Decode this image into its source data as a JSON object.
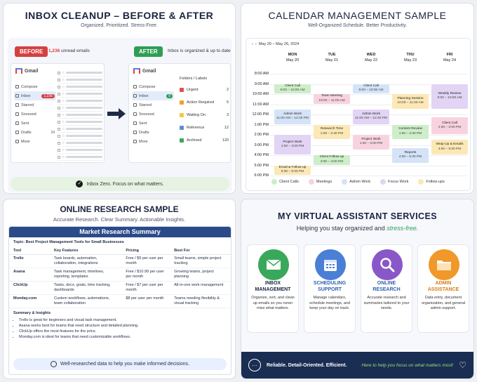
{
  "inbox": {
    "title": "INBOX CLEANUP – BEFORE & AFTER",
    "subtitle": "Organized. Prioritized. Stress-Free.",
    "before_label": "BEFORE",
    "unread_count": "1,236",
    "unread_text": "unread emails",
    "after_label": "AFTER",
    "after_note": "Inbox is organized & up to date",
    "gmail_label": "Gmail",
    "before_nav": [
      {
        "label": "Compose",
        "count": ""
      },
      {
        "label": "Inbox",
        "count": "1,236"
      },
      {
        "label": "Starred",
        "count": ""
      },
      {
        "label": "Snoozed",
        "count": ""
      },
      {
        "label": "Sent",
        "count": ""
      },
      {
        "label": "Drafts",
        "count": "24"
      },
      {
        "label": "More",
        "count": ""
      }
    ],
    "after_nav": [
      {
        "label": "Compose",
        "count": ""
      },
      {
        "label": "Inbox",
        "count": "0"
      },
      {
        "label": "Starred",
        "count": ""
      },
      {
        "label": "Snoozed",
        "count": ""
      },
      {
        "label": "Sent",
        "count": ""
      },
      {
        "label": "Drafts",
        "count": ""
      },
      {
        "label": "More",
        "count": ""
      }
    ],
    "folders_header": "Folders / Labels",
    "folders": [
      {
        "label": "Urgent",
        "count": "2",
        "color": "#e05050"
      },
      {
        "label": "Action Required",
        "count": "5",
        "color": "#f0a030"
      },
      {
        "label": "Waiting On",
        "count": "3",
        "color": "#f5c842"
      },
      {
        "label": "Reference",
        "count": "12",
        "color": "#5b8de0"
      },
      {
        "label": "Archived",
        "count": "120",
        "color": "#3aa860"
      }
    ],
    "footer": "Inbox Zero. Focus on what matters."
  },
  "calendar": {
    "title": "CALENDAR MANAGEMENT SAMPLE",
    "subtitle": "Well-Organized Schedule. Better Productivity.",
    "date_range": "May 20 – May 26, 2024",
    "days": [
      {
        "day": "MON",
        "date": "May 20"
      },
      {
        "day": "TUE",
        "date": "May 21"
      },
      {
        "day": "WED",
        "date": "May 22"
      },
      {
        "day": "THU",
        "date": "May 23"
      },
      {
        "day": "FRI",
        "date": "May 24"
      }
    ],
    "times": [
      "8:00 AM",
      "9:00 AM",
      "10:00 AM",
      "11:00 AM",
      "12:00 PM",
      "1:00 PM",
      "2:00 PM",
      "3:00 PM",
      "4:00 PM",
      "5:00 PM",
      "6:00 PM"
    ],
    "events": [
      {
        "day": 0,
        "start": 9.0,
        "end": 10.0,
        "title": "Client Call",
        "time": "9:00 – 10:00 AM",
        "cat": "client"
      },
      {
        "day": 0,
        "start": 11.5,
        "end": 13.0,
        "title": "Admin Work",
        "time": "11:00 AM – 12:30 PM",
        "cat": "admin"
      },
      {
        "day": 0,
        "start": 14.0,
        "end": 16.0,
        "title": "Project Work",
        "time": "1:00 – 3:00 PM",
        "cat": "focus"
      },
      {
        "day": 0,
        "start": 17.0,
        "end": 18.0,
        "title": "Email & Follow-up",
        "time": "5:00 – 6:00 PM",
        "cat": "follow"
      },
      {
        "day": 1,
        "start": 10.0,
        "end": 11.0,
        "title": "Team Meeting",
        "time": "10:00 – 11:00 AM",
        "cat": "meeting"
      },
      {
        "day": 1,
        "start": 13.0,
        "end": 14.5,
        "title": "Research Time",
        "time": "1:00 – 2:30 PM",
        "cat": "follow"
      },
      {
        "day": 1,
        "start": 16.0,
        "end": 17.0,
        "title": "Client Follow-up",
        "time": "3:00 – 4:00 PM",
        "cat": "client"
      },
      {
        "day": 2,
        "start": 9.0,
        "end": 10.0,
        "title": "Client Call",
        "time": "9:00 – 10:00 AM",
        "cat": "admin"
      },
      {
        "day": 2,
        "start": 11.5,
        "end": 13.0,
        "title": "Admin Work",
        "time": "11:00 AM – 12:30 PM",
        "cat": "focus"
      },
      {
        "day": 2,
        "start": 14.0,
        "end": 15.5,
        "title": "Project Work",
        "time": "1:00 – 3:00 PM",
        "cat": "meeting"
      },
      {
        "day": 3,
        "start": 10.0,
        "end": 11.5,
        "title": "Planning Session",
        "time": "10:00 – 11:30 AM",
        "cat": "follow"
      },
      {
        "day": 3,
        "start": 13.0,
        "end": 14.5,
        "title": "Content Review",
        "time": "1:00 – 2:30 PM",
        "cat": "client"
      },
      {
        "day": 3,
        "start": 15.3,
        "end": 16.8,
        "title": "Reports",
        "time": "4:00 – 5:30 PM",
        "cat": "admin"
      },
      {
        "day": 4,
        "start": 9.0,
        "end": 11.5,
        "title": "Weekly Review",
        "time": "9:00 – 10:00 AM",
        "cat": "focus"
      },
      {
        "day": 4,
        "start": 12.3,
        "end": 14.0,
        "title": "Client Call",
        "time": "2:00 – 3:00 PM",
        "cat": "meeting"
      },
      {
        "day": 4,
        "start": 14.5,
        "end": 16.0,
        "title": "Wrap Up & Emails",
        "time": "4:00 – 5:00 PM",
        "cat": "follow"
      }
    ],
    "categories": {
      "client": {
        "label": "Client Calls",
        "color": "#cdeec8"
      },
      "meeting": {
        "label": "Meetings",
        "color": "#f8d3df"
      },
      "admin": {
        "label": "Admin Work",
        "color": "#d4e3f7"
      },
      "focus": {
        "label": "Focus Work",
        "color": "#e2d4f4"
      },
      "follow": {
        "label": "Follow-ups",
        "color": "#fbe8b5"
      }
    },
    "legend": [
      "client",
      "meeting",
      "admin",
      "focus",
      "follow"
    ]
  },
  "research": {
    "title": "ONLINE RESEARCH SAMPLE",
    "subtitle": "Accurate Research. Clear Summary. Actionable Insights.",
    "summary_title": "Market Research Summary",
    "topic": "Topic: Best Project Management Tools for Small Businesses",
    "columns": [
      "Tool",
      "Key Features",
      "Pricing",
      "Best For"
    ],
    "rows": [
      [
        "Trello",
        "Task boards, automation, collaboration, integrations",
        "Free / $5 per user per month",
        "Small teams, simple project tracking"
      ],
      [
        "Asana",
        "Task management, timelines, reporting, templates",
        "Free / $10.99 per user per month",
        "Growing teams, project planning"
      ],
      [
        "ClickUp",
        "Tasks, docs, goals, time tracking, dashboards",
        "Free / $7 per user per month",
        "All-in-one work management"
      ],
      [
        "Monday.com",
        "Custom workflows, automations, team collaboration",
        "$8 per user per month",
        "Teams needing flexibility & visual tracking"
      ]
    ],
    "insights_title": "Summary & Insights",
    "insights": [
      "Trello is great for beginners and visual task management.",
      "Asana works best for teams that need structure and detailed planning.",
      "ClickUp offers the most features for the price.",
      "Monday.com is ideal for teams that need customizable workflows."
    ],
    "footer": "Well-researched data to help you make informed decisions."
  },
  "services": {
    "title": "MY VIRTUAL ASSISTANT SERVICES",
    "tagline_pre": "Helping you stay organized and ",
    "tagline_em": "stress-free.",
    "cards": [
      {
        "line1": "INBOX",
        "line2": "MANAGEMENT",
        "desc": "Organize, sort, and clean up emails so you never miss what matters.",
        "color": "#3aa85a",
        "title_color": "#1a2340",
        "icon": "envelope-icon"
      },
      {
        "line1": "SCHEDULING",
        "line2": "SUPPORT",
        "desc": "Manage calendars, schedule meetings, and keep your day on track.",
        "color": "#4a7fd6",
        "title_color": "#2d5fb0",
        "icon": "calendar-icon"
      },
      {
        "line1": "ONLINE",
        "line2": "RESEARCH",
        "desc": "Accurate research and summaries tailored to your needs.",
        "color": "#8a57c9",
        "title_color": "#2d5fb0",
        "icon": "magnifier-icon"
      },
      {
        "line1": "ADMIN",
        "line2": "ASSISTANCE",
        "desc": "Data entry, document organization, and general admin support.",
        "color": "#f0982a",
        "title_color": "#d77b17",
        "icon": "folder-icon"
      }
    ],
    "banner_left": "Reliable. Detail-Oriented. Efficient.",
    "banner_right": "Here to help you focus on what matters most!"
  }
}
